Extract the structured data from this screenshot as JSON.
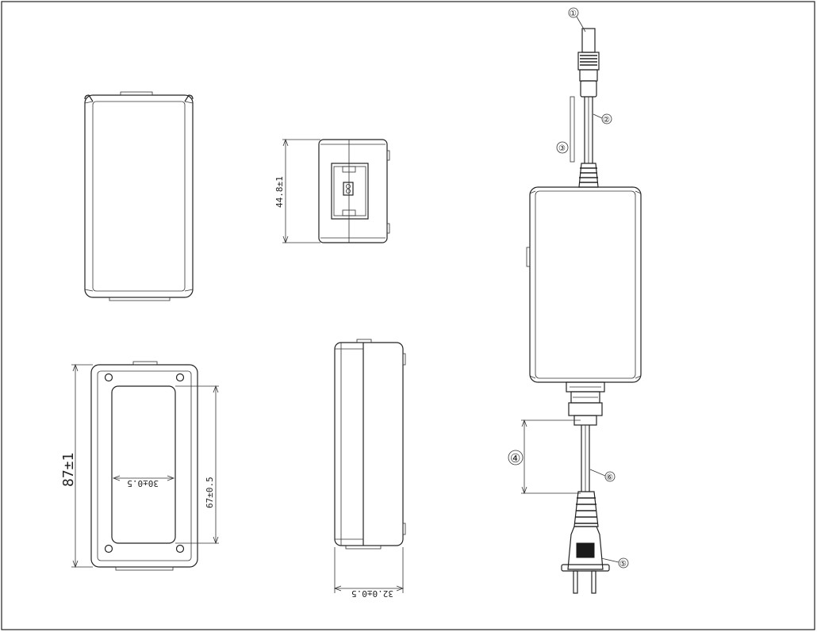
{
  "dimensions": {
    "height_top_view": "44.8±1",
    "length_bottom_view": "87±1",
    "label_width": "30±0.5",
    "label_length": "67±0.5",
    "side_width": "32.0±0.5"
  },
  "callouts": [
    "①",
    "②",
    "③",
    "④",
    "⑤",
    "⑥"
  ]
}
